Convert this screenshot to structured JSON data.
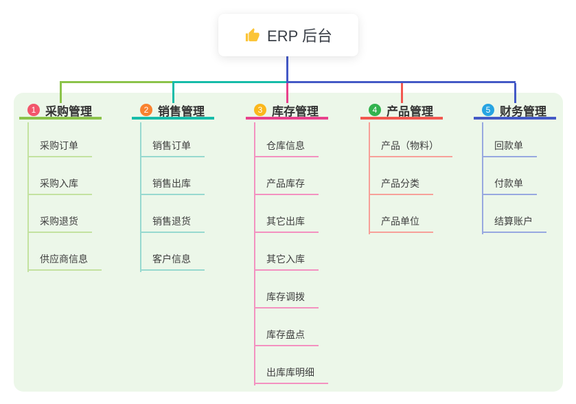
{
  "root": {
    "label": "ERP 后台",
    "icon": "thumbs-up",
    "icon_color": "#FBC437"
  },
  "colors": {
    "panel_bg": "#ECF7E9",
    "root_line": "#4459C6",
    "root_text": "#3A3F47"
  },
  "branches": [
    {
      "num": "1",
      "label": "采购管理",
      "badge_color": "#F2566B",
      "line_color": "#8BC34A",
      "child_line_color": "#C3E2A0",
      "children": [
        "采购订单",
        "采购入库",
        "采购退货",
        "供应商信息"
      ]
    },
    {
      "num": "2",
      "label": "销售管理",
      "badge_color": "#F9822F",
      "line_color": "#16BCA9",
      "child_line_color": "#97D9CF",
      "children": [
        "销售订单",
        "销售出库",
        "销售退货",
        "客户信息"
      ]
    },
    {
      "num": "3",
      "label": "库存管理",
      "badge_color": "#FBB71C",
      "line_color": "#E8418C",
      "child_line_color": "#F391C0",
      "children": [
        "仓库信息",
        "产品库存",
        "其它出库",
        "其它入库",
        "库存调拨",
        "库存盘点",
        "出库库明细"
      ]
    },
    {
      "num": "4",
      "label": "产品管理",
      "badge_color": "#32B34E",
      "line_color": "#F2574F",
      "child_line_color": "#F7A099",
      "children": [
        "产品（物料）",
        "产品分类",
        "产品单位"
      ]
    },
    {
      "num": "5",
      "label": "财务管理",
      "badge_color": "#27A4E2",
      "line_color": "#4459C6",
      "child_line_color": "#97A8E0",
      "children": [
        "回款单",
        "付款单",
        "结算账户"
      ]
    }
  ]
}
